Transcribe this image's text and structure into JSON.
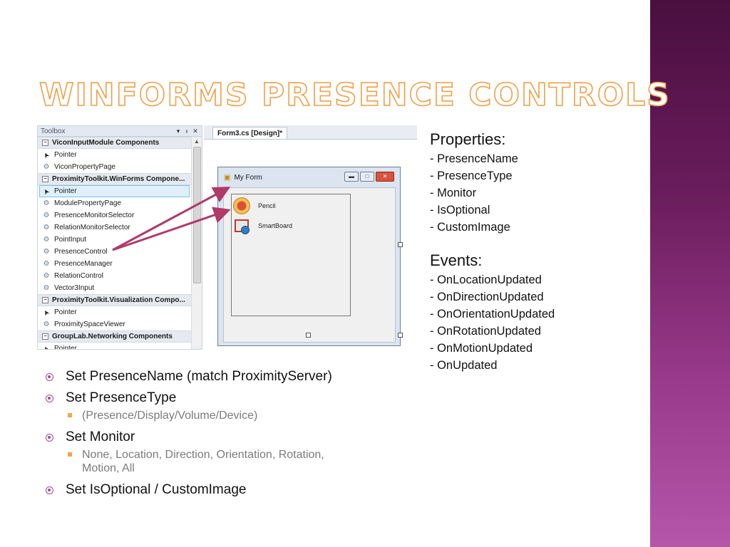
{
  "slide": {
    "title": "WinForms Presence Controls",
    "colors": {
      "title_outline": "#f0a048",
      "band_dark": "#4a0f3f",
      "band_light": "#b656ab",
      "bullet": "#a04a96",
      "sub_bullet": "#f0a848",
      "arrow": "#b03a6a"
    }
  },
  "toolbox": {
    "title": "Toolbox",
    "pin_icon": "pin-icon",
    "close_icon": "close-icon",
    "rows": [
      {
        "kind": "cat",
        "label": "ViconInputModule Components"
      },
      {
        "kind": "ptr",
        "label": "Pointer"
      },
      {
        "kind": "gear",
        "label": "ViconPropertyPage"
      },
      {
        "kind": "cat",
        "label": "ProximityToolkit.WinForms Compone..."
      },
      {
        "kind": "ptr",
        "label": "Pointer",
        "selected": true
      },
      {
        "kind": "gear",
        "label": "ModulePropertyPage"
      },
      {
        "kind": "gear",
        "label": "PresenceMonitorSelector"
      },
      {
        "kind": "gear",
        "label": "RelationMonitorSelector"
      },
      {
        "kind": "gear",
        "label": "PointInput"
      },
      {
        "kind": "gear",
        "label": "PresenceControl"
      },
      {
        "kind": "gear",
        "label": "PresenceManager"
      },
      {
        "kind": "gear",
        "label": "RelationControl"
      },
      {
        "kind": "gear",
        "label": "Vector3Input"
      },
      {
        "kind": "cat",
        "label": "ProximityToolkit.Visualization Compo..."
      },
      {
        "kind": "ptr",
        "label": "Pointer"
      },
      {
        "kind": "gear",
        "label": "ProximitySpaceViewer"
      },
      {
        "kind": "cat",
        "label": "GroupLab.Networking Components"
      },
      {
        "kind": "ptr",
        "label": "Pointer"
      }
    ]
  },
  "designer": {
    "tab_label": "Form3.cs [Design]*",
    "form_title": "My Form",
    "items": [
      {
        "label": "Pencil",
        "icon": "pencil-presence-icon"
      },
      {
        "label": "SmartBoard",
        "icon": "smartboard-presence-icon"
      }
    ]
  },
  "properties": {
    "heading": "Properties:",
    "items": [
      "- PresenceName",
      "- PresenceType",
      "- Monitor",
      "- IsOptional",
      "- CustomImage"
    ]
  },
  "events": {
    "heading": "Events:",
    "items": [
      "- OnLocationUpdated",
      "- OnDirectionUpdated",
      "- OnOrientationUpdated",
      "- OnRotationUpdated",
      "- OnMotionUpdated",
      "- OnUpdated"
    ]
  },
  "bullets": [
    {
      "text": "Set PresenceName (match ProximityServer)",
      "sub": []
    },
    {
      "text": "Set PresenceType",
      "sub": [
        "(Presence/Display/Volume/Device)"
      ]
    },
    {
      "text": "Set Monitor",
      "sub": [
        "None, Location, Direction, Orientation, Rotation, Motion, All"
      ]
    },
    {
      "text": "Set IsOptional / CustomImage",
      "sub": []
    }
  ]
}
